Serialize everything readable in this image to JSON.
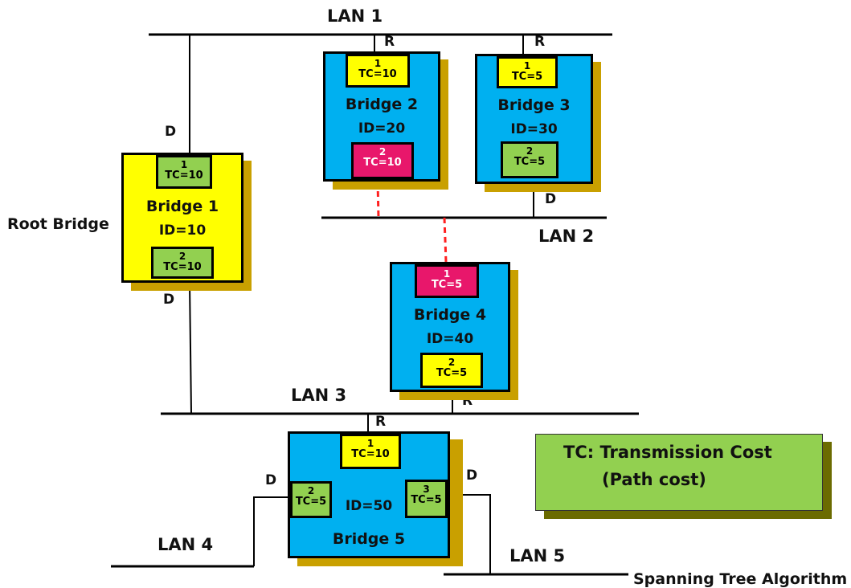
{
  "lans": {
    "lan1": "LAN 1",
    "lan2": "LAN 2",
    "lan3": "LAN 3",
    "lan4": "LAN 4",
    "lan5": "LAN 5"
  },
  "root_label": "Root Bridge",
  "port_roles": {
    "root": "R",
    "designated": "D"
  },
  "bridges": [
    {
      "title": "Bridge 1",
      "id": "ID=10",
      "color": "#ffff00",
      "ports": [
        {
          "num": "1",
          "tc": "TC=10",
          "color": "#92d050"
        },
        {
          "num": "2",
          "tc": "TC=10",
          "color": "#92d050"
        }
      ]
    },
    {
      "title": "Bridge 2",
      "id": "ID=20",
      "color": "#00b0f0",
      "ports": [
        {
          "num": "1",
          "tc": "TC=10",
          "color": "#ffff00"
        },
        {
          "num": "2",
          "tc": "TC=10",
          "color": "#e8176b"
        }
      ]
    },
    {
      "title": "Bridge 3",
      "id": "ID=30",
      "color": "#00b0f0",
      "ports": [
        {
          "num": "1",
          "tc": "TC=5",
          "color": "#ffff00"
        },
        {
          "num": "2",
          "tc": "TC=5",
          "color": "#92d050"
        }
      ]
    },
    {
      "title": "Bridge 4",
      "id": "ID=40",
      "color": "#00b0f0",
      "ports": [
        {
          "num": "1",
          "tc": "TC=5",
          "color": "#e8176b"
        },
        {
          "num": "2",
          "tc": "TC=5",
          "color": "#ffff00"
        }
      ]
    },
    {
      "title": "Bridge 5",
      "id": "ID=50",
      "color": "#00b0f0",
      "ports": [
        {
          "num": "1",
          "tc": "TC=10",
          "color": "#ffff00"
        },
        {
          "num": "2",
          "tc": "TC=5",
          "color": "#92d050"
        },
        {
          "num": "3",
          "tc": "TC=5",
          "color": "#92d050"
        }
      ]
    }
  ],
  "legend": {
    "line1": "TC:  Transmission Cost",
    "line2": "(Path cost)",
    "color": "#92d050"
  },
  "footer_fragment": "Spanning Tree Algorithm"
}
